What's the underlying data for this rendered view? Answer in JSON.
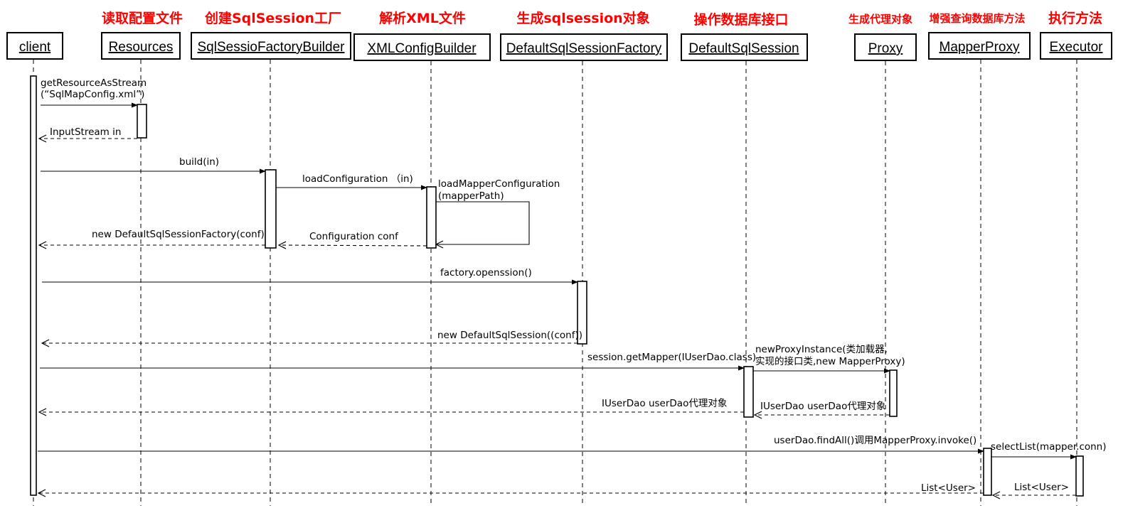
{
  "participants": [
    {
      "id": "client",
      "name": "client",
      "caption": ""
    },
    {
      "id": "resources",
      "name": "Resources",
      "caption": "读取配置文件"
    },
    {
      "id": "builder",
      "name": "SqlSessioFactoryBuilder",
      "caption": "创建SqlSession工厂"
    },
    {
      "id": "xmlbuilder",
      "name": "XMLConfigBuilder",
      "caption": "解析XML文件"
    },
    {
      "id": "factory",
      "name": "DefaultSqlSessionFactory",
      "caption": "生成sqlsession对象"
    },
    {
      "id": "session",
      "name": "DefaultSqlSession",
      "caption": "操作数据库接口"
    },
    {
      "id": "proxy",
      "name": "Proxy",
      "caption": "生成代理对象"
    },
    {
      "id": "mapperproxy",
      "name": "MapperProxy",
      "caption": "增强查询数据库方法"
    },
    {
      "id": "executor",
      "name": "Executor",
      "caption": "执行方法"
    }
  ],
  "messages": [
    {
      "from": "client",
      "to": "resources",
      "type": "call",
      "lines": [
        "getResourceAsStream",
        "(“SqlMapConfig.xml”)"
      ]
    },
    {
      "from": "resources",
      "to": "client",
      "type": "return",
      "lines": [
        "InputStream in"
      ]
    },
    {
      "from": "client",
      "to": "builder",
      "type": "call",
      "lines": [
        "build(in)"
      ]
    },
    {
      "from": "builder",
      "to": "xmlbuilder",
      "type": "call",
      "lines": [
        "loadConfiguration （in)"
      ]
    },
    {
      "from": "xmlbuilder",
      "to": "xmlbuilder",
      "type": "self",
      "lines": [
        "loadMapperConfiguration",
        "(mapperPath)"
      ]
    },
    {
      "from": "xmlbuilder",
      "to": "builder",
      "type": "return",
      "lines": [
        "Configuration conf"
      ]
    },
    {
      "from": "builder",
      "to": "client",
      "type": "return",
      "lines": [
        "new DefaultSqlSessionFactory(conf)"
      ]
    },
    {
      "from": "client",
      "to": "factory",
      "type": "call",
      "lines": [
        "factory.openssion()"
      ]
    },
    {
      "from": "factory",
      "to": "client",
      "type": "return",
      "lines": [
        "new DefaultSqlSession((conf))"
      ]
    },
    {
      "from": "client",
      "to": "session",
      "type": "call",
      "lines": [
        "session.getMapper(IUserDao.class)"
      ]
    },
    {
      "from": "session",
      "to": "proxy",
      "type": "call",
      "lines": [
        "newProxyInstance(类加载器,",
        "实现的接口类,new MapperProxy)"
      ]
    },
    {
      "from": "proxy",
      "to": "session",
      "type": "return",
      "lines": [
        "IUserDao userDao代理对象"
      ]
    },
    {
      "from": "session",
      "to": "client",
      "type": "return",
      "lines": [
        "IUserDao userDao代理对象"
      ]
    },
    {
      "from": "client",
      "to": "mapperproxy",
      "type": "call",
      "lines": [
        "userDao.findAll()调用MapperProxy.invoke()"
      ]
    },
    {
      "from": "mapperproxy",
      "to": "executor",
      "type": "call",
      "lines": [
        "selectList(mapper.conn)"
      ]
    },
    {
      "from": "executor",
      "to": "mapperproxy",
      "type": "return",
      "lines": [
        "List<User>"
      ]
    },
    {
      "from": "mapperproxy",
      "to": "client",
      "type": "return",
      "lines": [
        "List<User>"
      ]
    }
  ]
}
